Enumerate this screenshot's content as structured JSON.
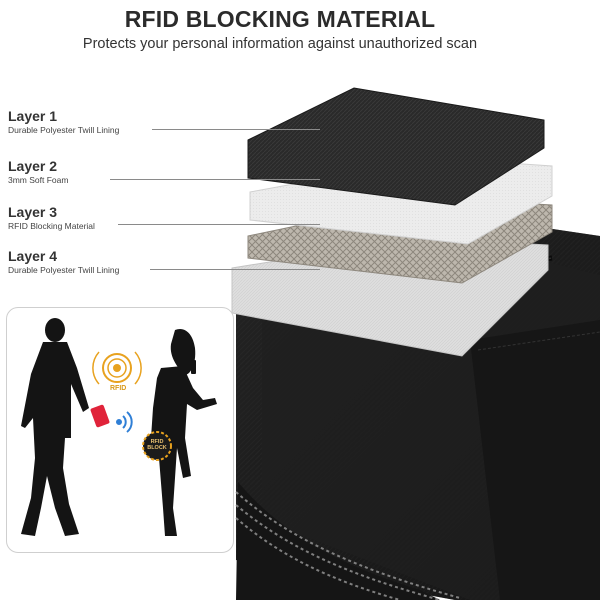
{
  "header": {
    "title": "RFID BLOCKING MATERIAL",
    "subtitle": "Protects your personal information against unauthorized scan"
  },
  "layers": [
    {
      "name": "Layer 1",
      "description": "Durable Polyester Twill Lining"
    },
    {
      "name": "Layer 2",
      "description": "3mm Soft Foam"
    },
    {
      "name": "Layer 3",
      "description": "RFID Blocking Material"
    },
    {
      "name": "Layer 4",
      "description": "Durable Polyester Twill Lining"
    }
  ],
  "badges": {
    "signal_badge": "RFID",
    "blocked_badge_line1": "RFID",
    "blocked_badge_line2": "BLOCK"
  },
  "colors": {
    "bag_black": "#1a1a1a",
    "badge_orange": "#e8a21f",
    "signal_blue": "#2f7fd6",
    "card_red": "#e0233a"
  }
}
